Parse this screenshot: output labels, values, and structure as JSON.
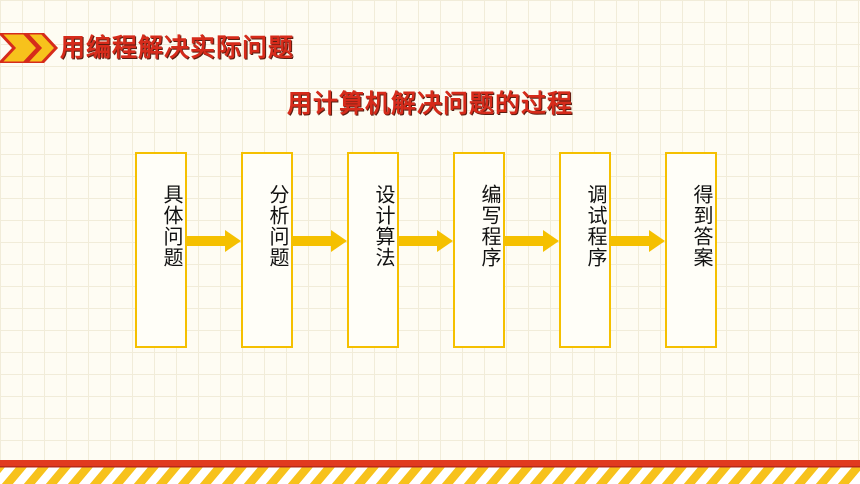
{
  "header": {
    "section_title": "用编程解决实际问题",
    "main_title": "用计算机解决问题的过程"
  },
  "steps": [
    {
      "label": "具体问题"
    },
    {
      "label": "分析问题"
    },
    {
      "label": "设计算法"
    },
    {
      "label": "编写程序"
    },
    {
      "label": "调试程序"
    },
    {
      "label": "得到答案"
    }
  ],
  "colors": {
    "title_red": "#d62b1b",
    "box_border": "#f5c000",
    "arrow_yellow": "#f5c000",
    "stripe_red": "#e13a1f",
    "stripe_yellow": "#f7c21c"
  },
  "icons": {
    "header_decoration": "double-chevron-icon",
    "connector": "arrow-right-icon"
  }
}
